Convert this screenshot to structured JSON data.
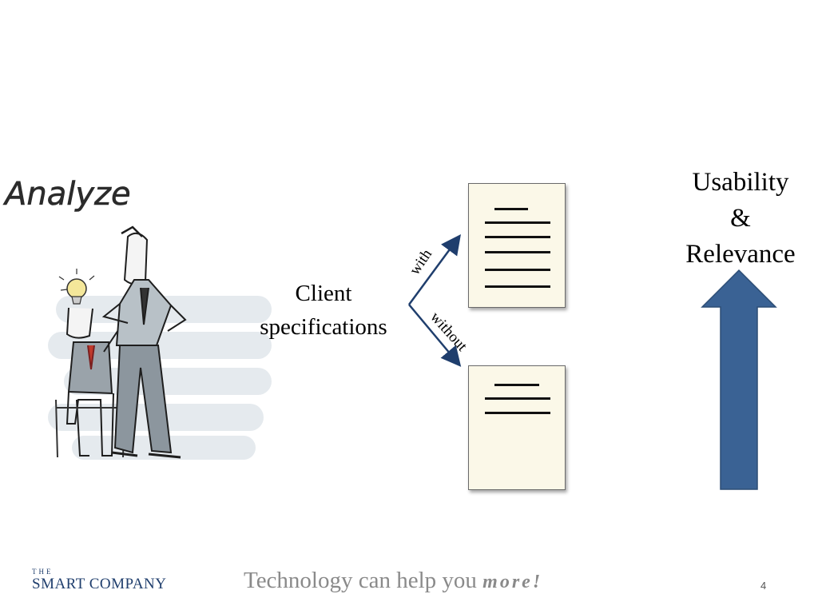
{
  "slide": {
    "heading": "Analyze",
    "client": {
      "line1": "Client",
      "line2": "specifications"
    },
    "branch": {
      "with": "with",
      "without": "without"
    },
    "outcome": {
      "line1": "Usability",
      "line2": "&",
      "line3": "Relevance"
    },
    "footer": {
      "logo_the": "THE",
      "logo_name": "SMART COMPANY",
      "tagline": "Technology can help you",
      "tagline_emphasis": "more!",
      "page_number": "4"
    }
  },
  "colors": {
    "arrow_blue": "#3a6294",
    "logo_navy": "#1f3e6d",
    "document_fill": "#fbf8e8"
  }
}
